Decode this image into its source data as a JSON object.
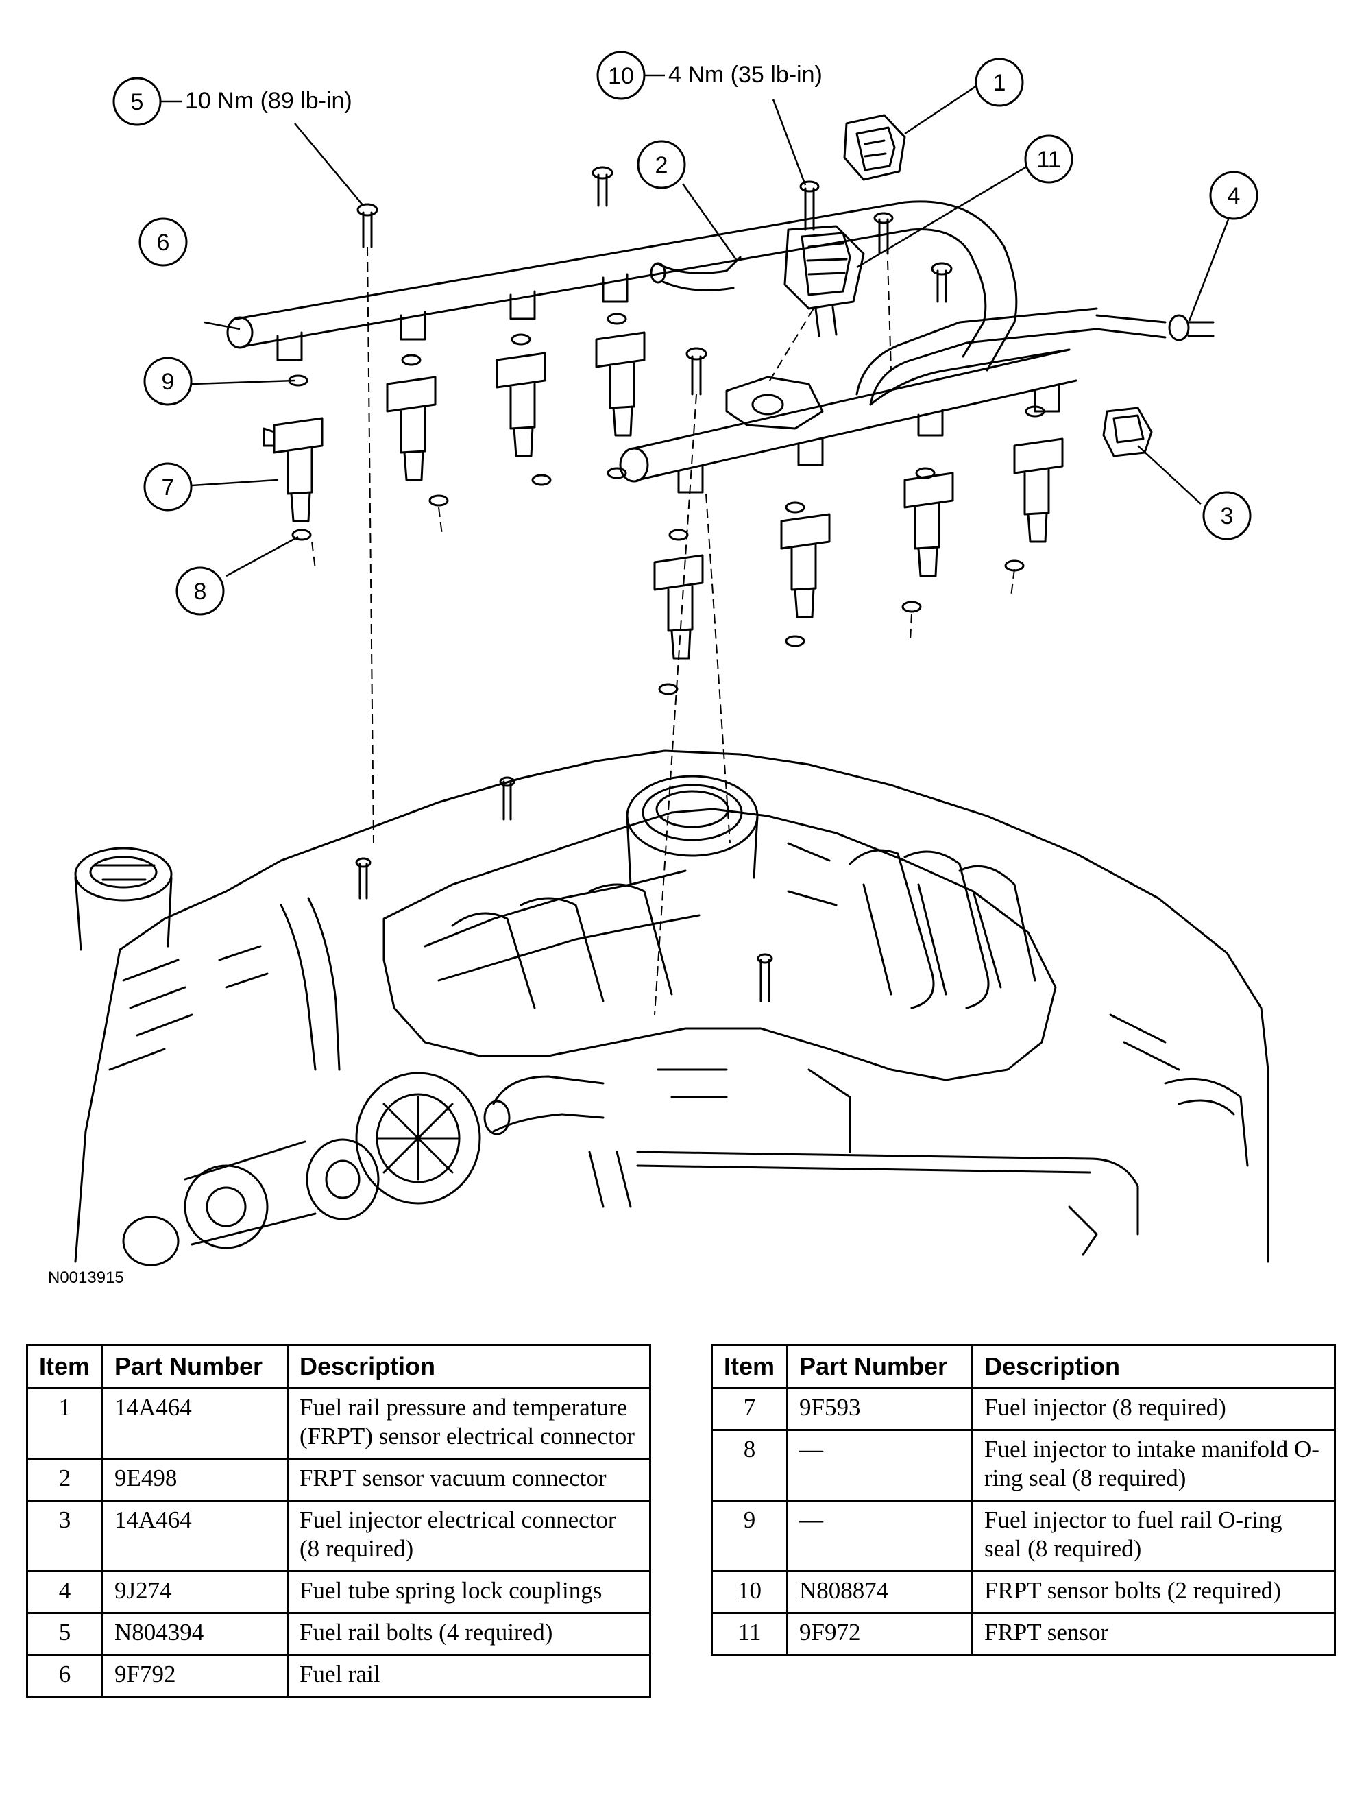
{
  "figure_id": "N0013915",
  "callouts": [
    {
      "num": "1",
      "torque": ""
    },
    {
      "num": "2",
      "torque": ""
    },
    {
      "num": "3",
      "torque": ""
    },
    {
      "num": "4",
      "torque": ""
    },
    {
      "num": "5",
      "torque": "10 Nm (89 lb-in)"
    },
    {
      "num": "6",
      "torque": ""
    },
    {
      "num": "7",
      "torque": ""
    },
    {
      "num": "8",
      "torque": ""
    },
    {
      "num": "9",
      "torque": ""
    },
    {
      "num": "10",
      "torque": "4 Nm (35 lb-in)"
    },
    {
      "num": "11",
      "torque": ""
    }
  ],
  "table": {
    "headers": [
      "Item",
      "Part Number",
      "Description"
    ],
    "left_rows": [
      {
        "item": "1",
        "part": "14A464",
        "desc": "Fuel rail pressure and temperature (FRPT) sensor electrical connector"
      },
      {
        "item": "2",
        "part": "9E498",
        "desc": "FRPT sensor vacuum connector"
      },
      {
        "item": "3",
        "part": "14A464",
        "desc": "Fuel injector electrical connector (8 required)"
      },
      {
        "item": "4",
        "part": "9J274",
        "desc": "Fuel tube spring lock couplings"
      },
      {
        "item": "5",
        "part": "N804394",
        "desc": "Fuel rail bolts (4 required)"
      },
      {
        "item": "6",
        "part": "9F792",
        "desc": "Fuel rail"
      }
    ],
    "right_rows": [
      {
        "item": "7",
        "part": "9F593",
        "desc": "Fuel injector (8 required)"
      },
      {
        "item": "8",
        "part": "—",
        "desc": "Fuel injector to intake manifold O-ring seal (8 required)"
      },
      {
        "item": "9",
        "part": "—",
        "desc": "Fuel injector to fuel rail O-ring seal (8 required)"
      },
      {
        "item": "10",
        "part": "N808874",
        "desc": "FRPT sensor bolts (2 required)"
      },
      {
        "item": "11",
        "part": "9F972",
        "desc": "FRPT sensor"
      }
    ]
  }
}
